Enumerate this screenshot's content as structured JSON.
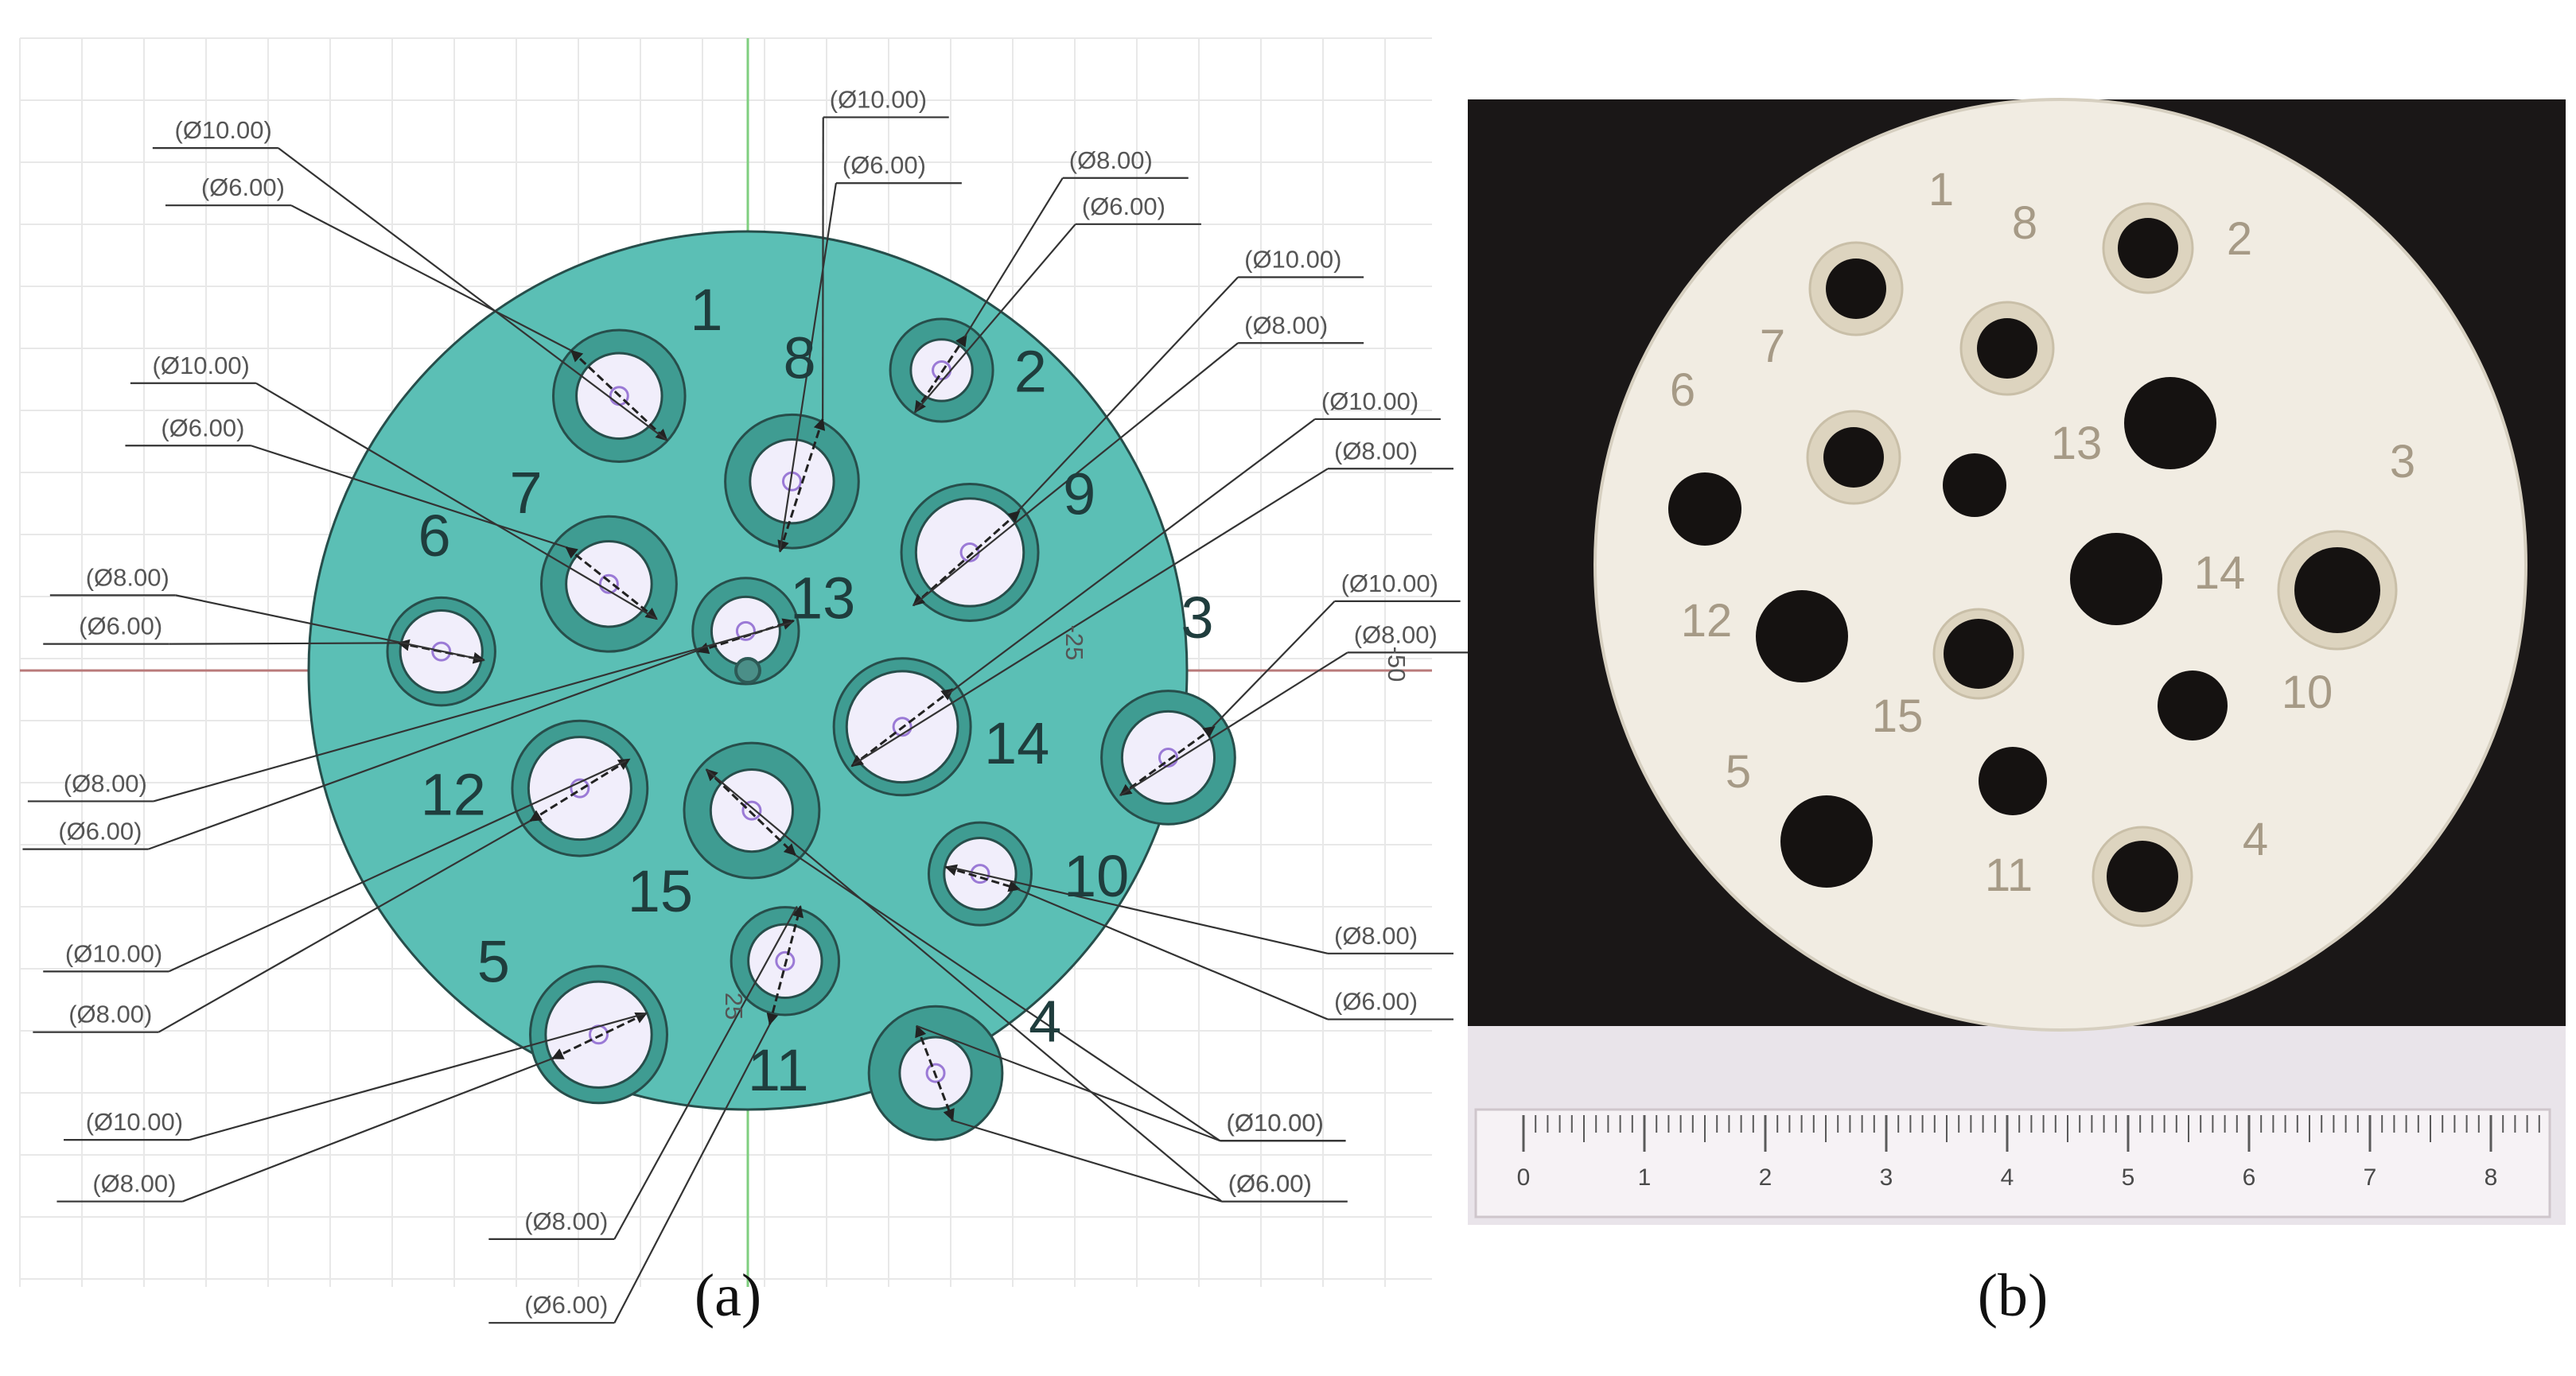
{
  "panel_a": {
    "caption": "(a)",
    "axis_label_neg50": "-50",
    "axis_label_neg25": "-25",
    "axis_label_25": "25",
    "colors": {
      "plate": "#5bbfb5",
      "ring": "#3f9c92",
      "hole": "#f1eefb",
      "outline": "#274e4b",
      "grid": "#e6e6e6",
      "axis_h": "#b97a7a",
      "axis_v": "#7fcf7f"
    },
    "holes": [
      {
        "num": "1",
        "outer": "(Ø10.00)",
        "inner": "(Ø6.00)"
      },
      {
        "num": "2",
        "outer": "(Ø8.00)",
        "inner": "(Ø6.00)"
      },
      {
        "num": "3",
        "outer": "(Ø10.00)",
        "inner": "(Ø8.00)"
      },
      {
        "num": "4",
        "outer": "(Ø10.00)",
        "inner": "(Ø6.00)"
      },
      {
        "num": "5",
        "outer": "(Ø10.00)",
        "inner": "(Ø8.00)"
      },
      {
        "num": "6",
        "outer": "(Ø8.00)",
        "inner": "(Ø6.00)"
      },
      {
        "num": "7",
        "outer": "(Ø10.00)",
        "inner": "(Ø6.00)"
      },
      {
        "num": "8",
        "outer": "(Ø10.00)",
        "inner": "(Ø6.00)"
      },
      {
        "num": "9",
        "outer": "(Ø10.00)",
        "inner": "(Ø8.00)"
      },
      {
        "num": "10",
        "outer": "(Ø8.00)",
        "inner": "(Ø6.00)"
      },
      {
        "num": "11",
        "outer": "(Ø8.00)",
        "inner": "(Ø6.00)"
      },
      {
        "num": "12",
        "outer": "(Ø10.00)",
        "inner": "(Ø8.00)"
      },
      {
        "num": "13",
        "outer": "(Ø8.00)",
        "inner": "(Ø6.00)"
      },
      {
        "num": "14",
        "outer": "(Ø10.00)",
        "inner": "(Ø8.00)"
      },
      {
        "num": "15",
        "outer": "(Ø10.00)",
        "inner": "(Ø6.00)"
      }
    ]
  },
  "panel_b": {
    "caption": "(b)",
    "plate_numbers": [
      "1",
      "2",
      "3",
      "4",
      "5",
      "6",
      "7",
      "8",
      "10",
      "11",
      "12",
      "13",
      "14",
      "15"
    ],
    "ruler_marks": [
      "0",
      "1",
      "2",
      "3",
      "4",
      "5",
      "6",
      "7",
      "8"
    ]
  }
}
